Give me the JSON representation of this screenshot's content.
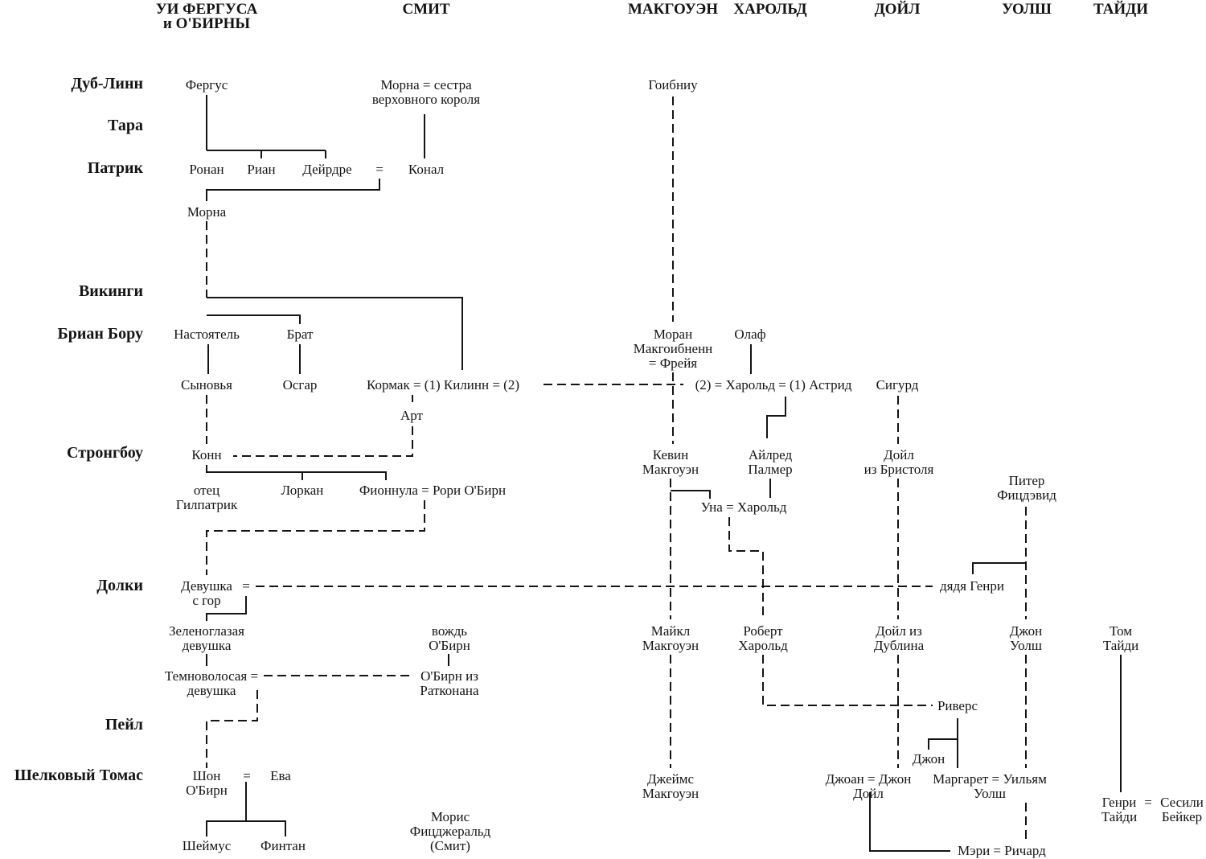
{
  "families": {
    "fergus": [
      "УИ ФЕРГУСА",
      "и О'БИРНЫ"
    ],
    "smith": "СМИТ",
    "magowan": "МАКГОУЭН",
    "harold": "ХАРОЛЬД",
    "doyle": "ДОЙЛ",
    "walsh": "УОЛШ",
    "tidy": "ТАЙДИ"
  },
  "eras": {
    "dublinn": "Дуб-Линн",
    "tara": "Тара",
    "patrick": "Патрик",
    "vikings": "Викинги",
    "brian": "Бриан Бору",
    "strongbow": "Стронгбоу",
    "dalkey": "Долки",
    "pale": "Пейл",
    "silken": "Шелковый Томас"
  },
  "people": {
    "fergus": [
      "Фергус"
    ],
    "morna_sister": [
      "Морна = сестра",
      "верховного короля"
    ],
    "goibniu": [
      "Гоибниу"
    ],
    "ronan": [
      "Ронан"
    ],
    "rian": [
      "Риан"
    ],
    "deirdre": [
      "Дейрдре"
    ],
    "deirdre_eq": [
      "="
    ],
    "conall": [
      "Конал"
    ],
    "morna": [
      "Морна"
    ],
    "abbot": [
      "Настоятель"
    ],
    "brother": [
      "Брат"
    ],
    "moran": [
      "Моран",
      "Макгоибненн",
      "= Фрейя"
    ],
    "olaf": [
      "Олаф"
    ],
    "sons": [
      "Сыновья"
    ],
    "oscar": [
      "Осгар"
    ],
    "cormac": [
      "Кормак = (1) Килинн = (2)"
    ],
    "harold_astrid": [
      "(2) = Харольд = (1) Астрид"
    ],
    "sigurd": [
      "Сигурд"
    ],
    "art": [
      "Арт"
    ],
    "conn": [
      "Конн"
    ],
    "kevin": [
      "Кевин",
      "Макгоуэн"
    ],
    "ailred": [
      "Айлред",
      "Палмер"
    ],
    "doyle_bristol": [
      "Дойл",
      "из Бристоля"
    ],
    "peter": [
      "Питер",
      "Фицдэвид"
    ],
    "gilpatrick": [
      "отец",
      "Гилпатрик"
    ],
    "lorcan": [
      "Лоркан"
    ],
    "fionnula": [
      "Фионнула = Рори О'Бирн"
    ],
    "una": [
      "Уна = Харольд"
    ],
    "mountain_girl": [
      "Девушка",
      "с гор"
    ],
    "eq_dalkey": [
      "="
    ],
    "henry": [
      "дядя Генри"
    ],
    "green_eyed": [
      "Зеленоглазая",
      "девушка"
    ],
    "chief": [
      "вождь",
      "О'Бирн"
    ],
    "michael": [
      "Майкл",
      "Макгоуэн"
    ],
    "robert": [
      "Роберт",
      "Харольд"
    ],
    "doyle_dublin": [
      "Дойл из",
      "Дублина"
    ],
    "john_walsh": [
      "Джон",
      "Уолш"
    ],
    "tom_tidy": [
      "Том",
      "Тайди"
    ],
    "dark_haired": [
      "Темноволосая =",
      "девушка"
    ],
    "obyrne_rath": [
      "О'Бирн из",
      "Ратконана"
    ],
    "rivers": [
      "Риверс"
    ],
    "john": [
      "Джон"
    ],
    "sean": [
      "Шон",
      "О'Бирн"
    ],
    "eq_silken": [
      "="
    ],
    "eva": [
      "Ева"
    ],
    "james": [
      "Джеймс",
      "Макгоуэн"
    ],
    "joan": [
      "Джоан = Джон",
      "Дойл"
    ],
    "margaret": [
      "Маргарет = Уильям",
      "Уолш"
    ],
    "henry_tidy": [
      "Генри",
      "Тайди"
    ],
    "eq_tidy": [
      "="
    ],
    "cecily": [
      "Сесили",
      "Бейкер"
    ],
    "seamus": [
      "Шеймус"
    ],
    "fintan": [
      "Финтан"
    ],
    "maurice": [
      "Морис",
      "Фицджеральд",
      "(Смит)"
    ],
    "mary": [
      "Мэри = Ричард"
    ]
  }
}
